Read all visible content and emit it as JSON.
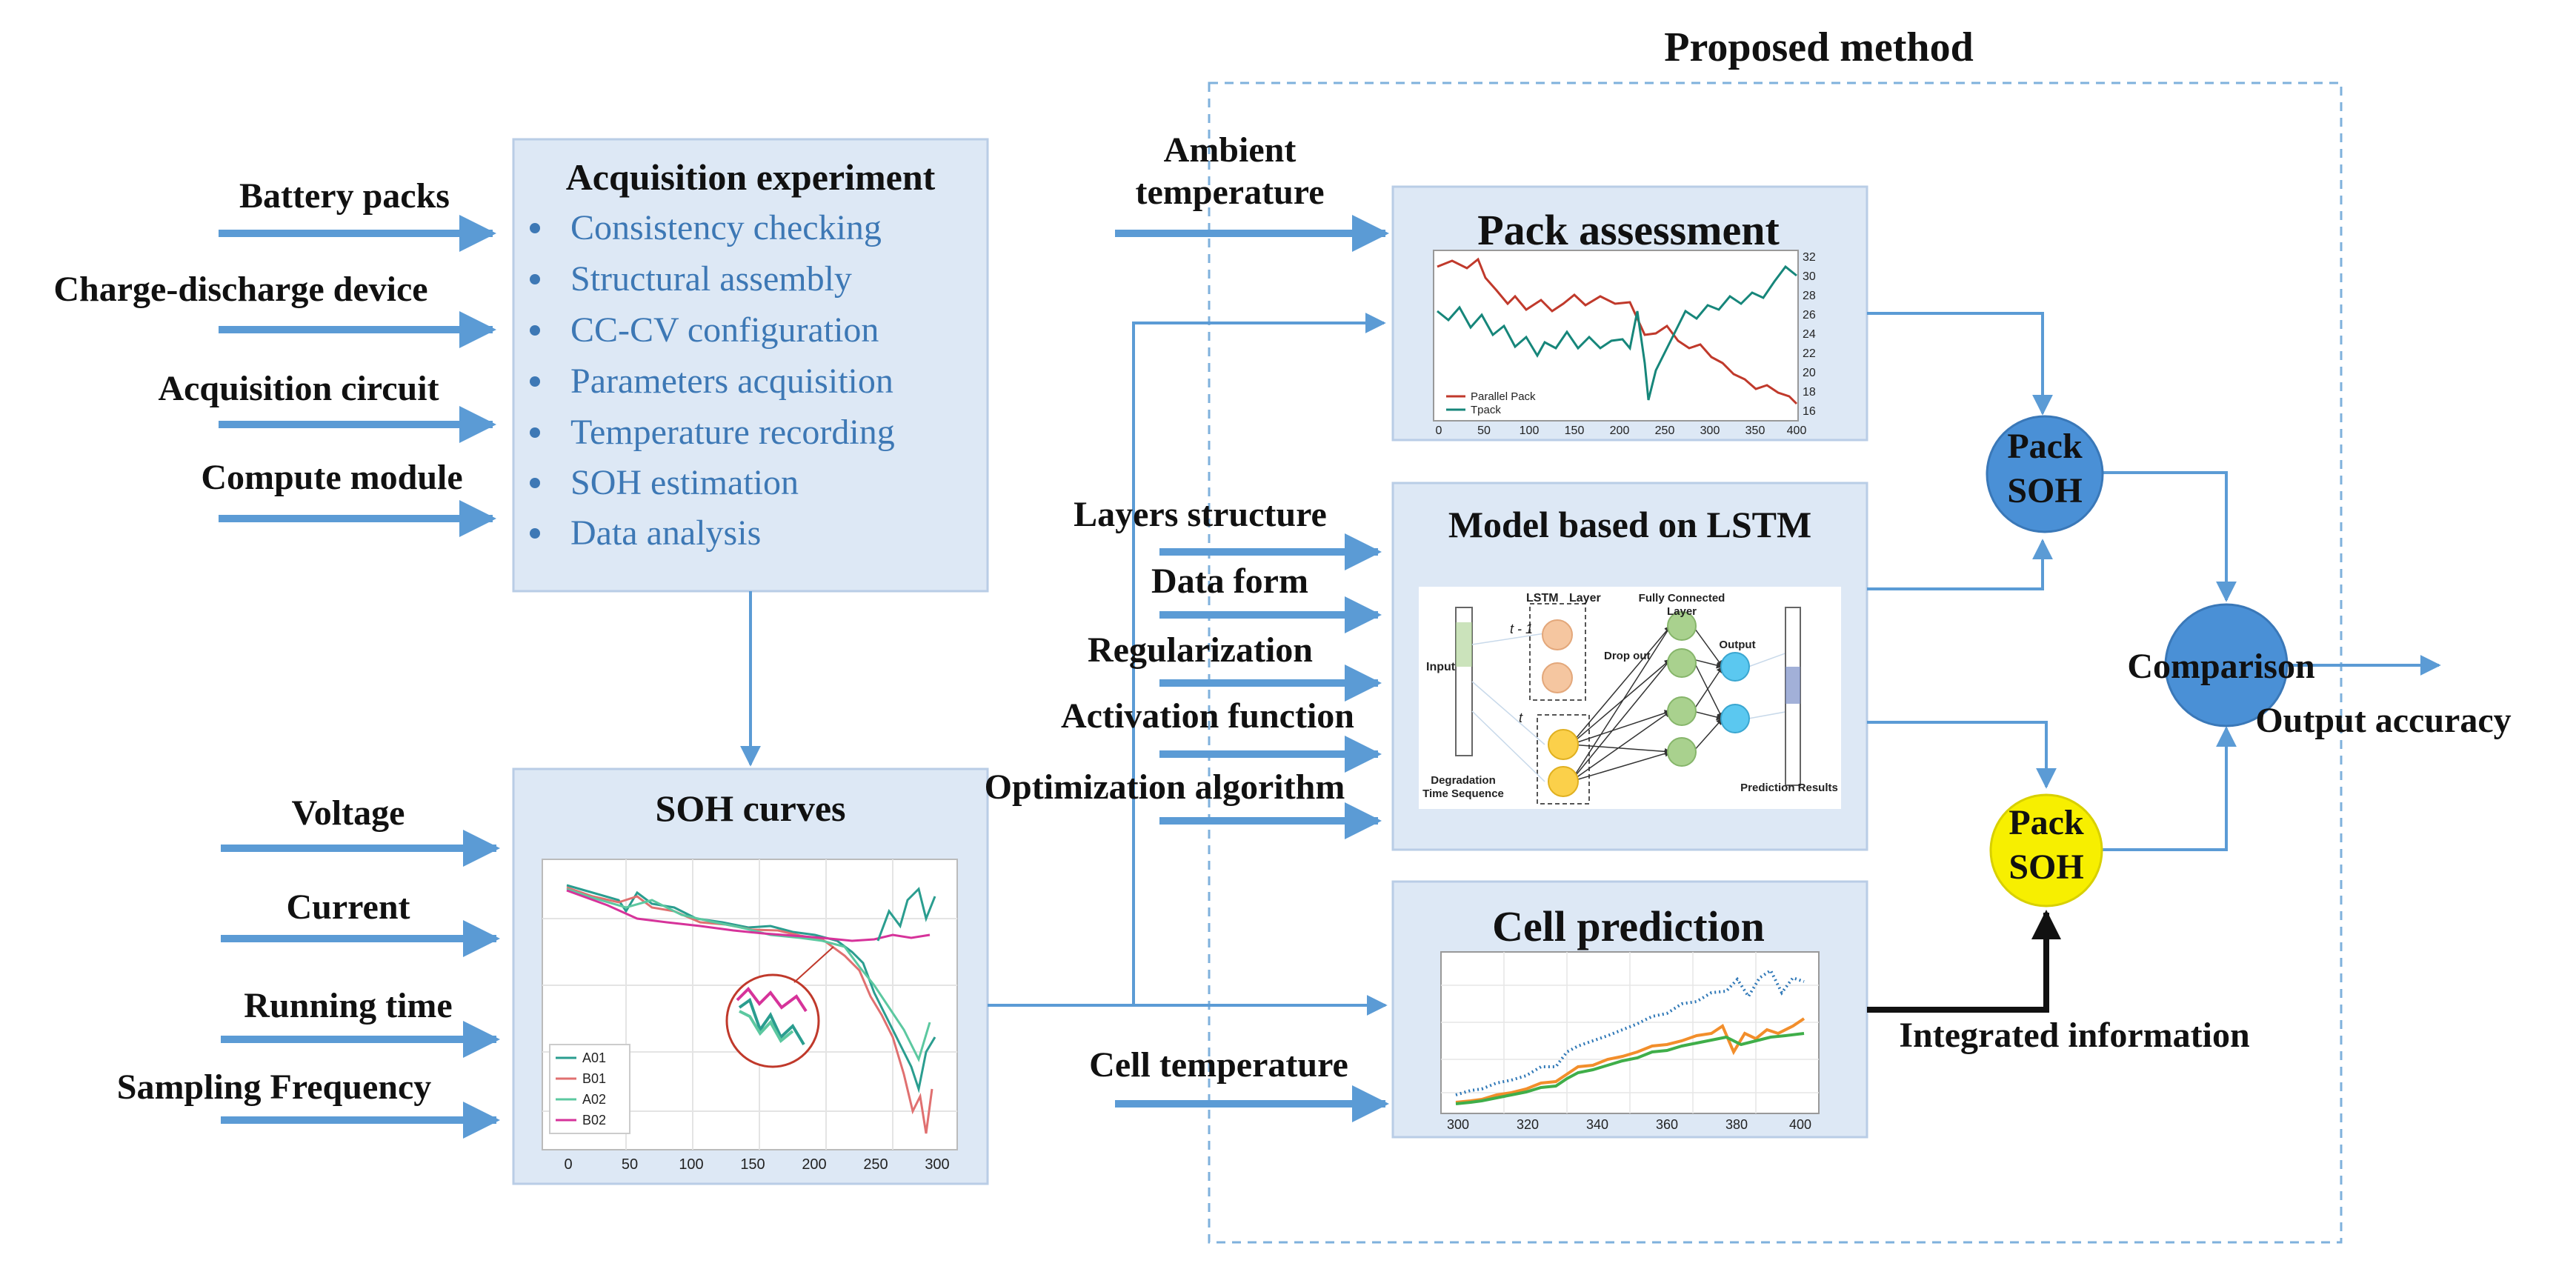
{
  "title": "Proposed method",
  "colors": {
    "arrow": "#5b9bd5",
    "panel": "#dde8f5",
    "panel_border": "#b9cde6",
    "dashed": "#7fb1dc",
    "bullet_text": "#3d78b5",
    "pack_soh_blue": "#4a90d6",
    "pack_soh_yellow": "#f7ef00",
    "black_arrow": "#111111"
  },
  "inputs_acq": [
    "Battery packs",
    "Charge-discharge device",
    "Acquisition circuit",
    "Compute module"
  ],
  "acquisition": {
    "title": "Acquisition experiment",
    "items": [
      "Consistency checking",
      "Structural assembly",
      "CC-CV configuration",
      "Parameters acquisition",
      "Temperature recording",
      "SOH estimation",
      "Data analysis"
    ]
  },
  "inputs_soh": [
    "Voltage",
    "Current",
    "Running time",
    "Sampling Frequency"
  ],
  "soh_curves": {
    "title": "SOH curves",
    "legend": [
      "A01",
      "B01",
      "A02",
      "B02"
    ],
    "xticks": [
      "0",
      "50",
      "100",
      "150",
      "200",
      "250",
      "300"
    ]
  },
  "ambient": {
    "line1": "Ambient",
    "line2": "temperature"
  },
  "pack_assessment": {
    "title": "Pack assessment",
    "legend": [
      "Parallel Pack",
      "Tpack"
    ],
    "xticks": [
      "0",
      "50",
      "100",
      "150",
      "200",
      "250",
      "300",
      "350",
      "400"
    ],
    "yticks": [
      "32",
      "30",
      "28",
      "26",
      "24",
      "22",
      "20",
      "18",
      "16"
    ]
  },
  "lstm_inputs": [
    "Layers structure",
    "Data form",
    "Regularization",
    "Activation function",
    "Optimization algorithm"
  ],
  "lstm": {
    "title": "Model based on LSTM",
    "lstm_layer": "LSTM",
    "layer_word": "Layer",
    "t_minus": "t - 1",
    "t": "t",
    "input": "Input",
    "dropout": "Drop out",
    "fc": "Fully Connected",
    "fc2": "Layer",
    "output": "Output",
    "degr1": "Degradation",
    "degr2": "Time Sequence",
    "pred": "Prediction Results"
  },
  "cell_temp": "Cell temperature",
  "cell_prediction": {
    "title": "Cell prediction",
    "xticks": [
      "300",
      "320",
      "340",
      "360",
      "380",
      "400"
    ]
  },
  "pack_soh_1": {
    "line1": "Pack",
    "line2": "SOH"
  },
  "pack_soh_2": {
    "line1": "Pack",
    "line2": "SOH"
  },
  "comparison": "Comparison",
  "output": "Output accuracy",
  "integrated": "Integrated information"
}
